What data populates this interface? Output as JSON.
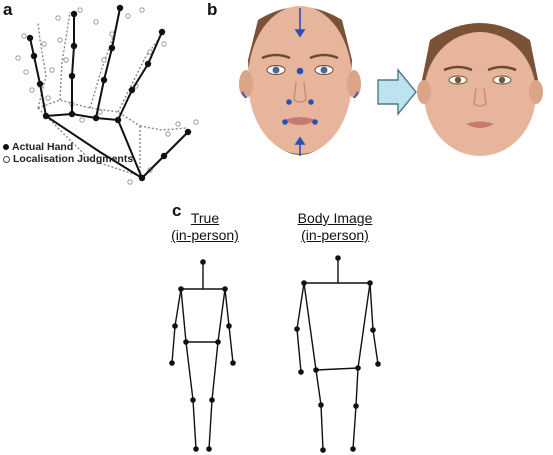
{
  "panels": {
    "a": {
      "label": "a",
      "legend": {
        "actual": "Actual Hand",
        "judgments": "Localisation Judgments"
      }
    },
    "b": {
      "label": "b"
    },
    "c": {
      "label": "c",
      "true_title_line1": "True",
      "true_title_line2": "(in-person)",
      "body_title_line1": "Body Image",
      "body_title_line2": "(in-person)"
    }
  },
  "colors": {
    "face_arrow": "#2b4fb8",
    "transform_arrow_fill": "#bfe3ee",
    "transform_arrow_stroke": "#4a7a8a",
    "skin": "#e7b59b"
  }
}
